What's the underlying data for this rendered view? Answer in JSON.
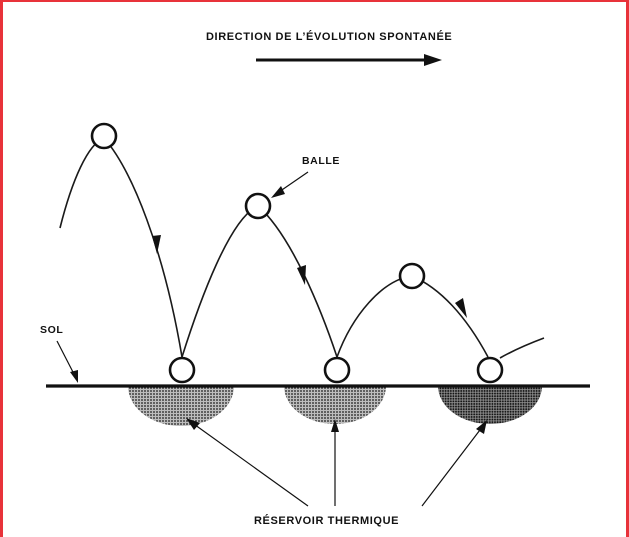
{
  "title": "DIRECTION DE L’ÉVOLUTION SPONTANÉE",
  "labels": {
    "ball": "BALLE",
    "ground": "SOL",
    "reservoir": "RÉSERVOIR THERMIQUE"
  },
  "colors": {
    "frame": "#e8323a",
    "ink": "#111111"
  }
}
